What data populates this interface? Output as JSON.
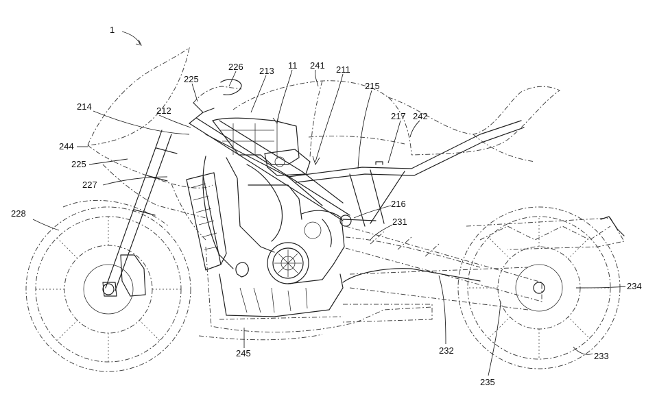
{
  "figure_number": "1",
  "reference_numerals": {
    "r11": "11",
    "r211": "211",
    "r212": "212",
    "r213": "213",
    "r214": "214",
    "r215": "215",
    "r216": "216",
    "r217": "217",
    "r225a": "225",
    "r225b": "225",
    "r226": "226",
    "r227": "227",
    "r228": "228",
    "r231": "231",
    "r232": "232",
    "r233": "233",
    "r234": "234",
    "r235": "235",
    "r241": "241",
    "r242": "242",
    "r244": "244",
    "r245": "245"
  },
  "colors": {
    "line": "#222222",
    "background": "#ffffff"
  }
}
